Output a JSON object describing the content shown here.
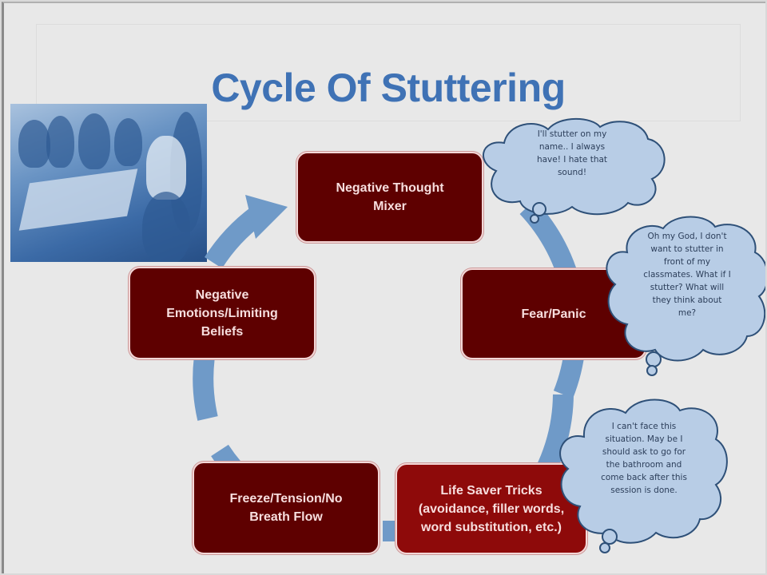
{
  "slide": {
    "title": "Cycle Of Stuttering",
    "photo": {
      "description": "classroom-students-photo"
    },
    "colors": {
      "title": "#3f72b5",
      "box": "#5e0000",
      "box_highlight": "#8e0a0a",
      "box_text": "#f7dede",
      "ring": "#6f9ac8",
      "cloud_fill": "#b8cde6",
      "cloud_stroke": "#2e5078",
      "background": "#e8e8e8"
    },
    "cycle_steps": [
      {
        "label": "Negative Thought\nMixer"
      },
      {
        "label": "Fear/Panic"
      },
      {
        "label": "Life Saver Tricks\n(avoidance, filler words,\nword substitution, etc.)"
      },
      {
        "label": "Freeze/Tension/No\nBreath Flow"
      },
      {
        "label": "Negative\nEmotions/Limiting\nBeliefs"
      }
    ],
    "thought_bubbles": [
      {
        "text": "I'll stutter on my\nname.. I always\nhave! I hate that\nsound!"
      },
      {
        "text": "Oh my God, I don't\nwant to stutter in\nfront of my\nclassmates. What if I\nstutter? What will\nthey think about\nme?"
      },
      {
        "text": "I can't face this\nsituation. May be I\nshould ask to go for\nthe bathroom and\ncome back after this\nsession is done."
      }
    ]
  }
}
